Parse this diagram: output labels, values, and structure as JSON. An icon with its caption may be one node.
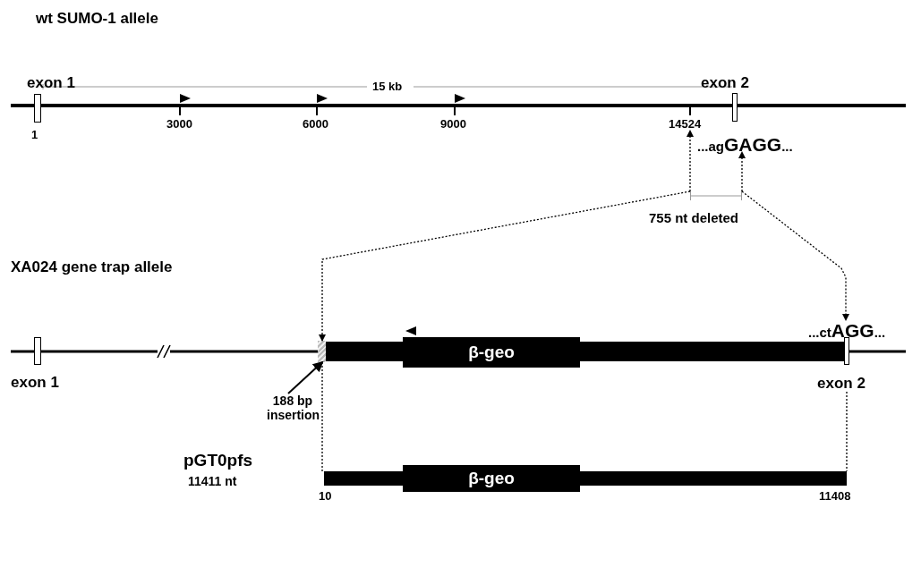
{
  "diagram": {
    "nodes": [
      {
        "text": [
          "exon 1"
        ]
      },
      {
        "text": [
          "exon 2"
        ]
      },
      {
        "text": [
          "...ag**GAGG**..."
        ]
      },
      {
        "text": [],
        "shape": "bar",
        "beside": [
          "755 nt deleted"
        ]
      },
      {
        "text": [
          "exon 1"
        ]
      },
      {
        "text": [],
        "shape": "box"
      },
      {
        "text": [
          "188 bp insertion"
        ]
      },
      {
        "text": [
          "β-geo"
        ]
      },
      {
        "text": [
          "exon 2"
        ]
      },
      {
        "text": [
          "...ct**AGG**..."
        ]
      },
      {
        "text": [
          "β-geo"
        ],
        "beside": [
          "pGT0pfs",
          "11411 nt",
          "10",
          "11408"
        ]
      },
      {
        "text": [
          "14524"
        ]
      }
    ],
    "edges": [
      {
        "from": 3,
        "to": 11,
        "arrow": "to",
        "style": "dashed"
      },
      {
        "from": 3,
        "to": 2,
        "arrow": "to",
        "style": "dashed"
      },
      {
        "from": 3,
        "to": 5,
        "arrow": "to",
        "style": "dashed"
      },
      {
        "from": 3,
        "to": 9,
        "arrow": "to",
        "style": "dashed"
      },
      {
        "from": 6,
        "to": 5,
        "arrow": "to"
      },
      {
        "from": 5,
        "to": 10,
        "arrow": "none",
        "style": "dashed"
      },
      {
        "from": 8,
        "to": 10,
        "arrow": "none",
        "style": "dashed"
      }
    ],
    "labels": [
      "wt SUMO-1 allele",
      "15 kb",
      "1",
      "3000",
      "6000",
      "9000",
      "XA024 gene trap allele"
    ]
  }
}
